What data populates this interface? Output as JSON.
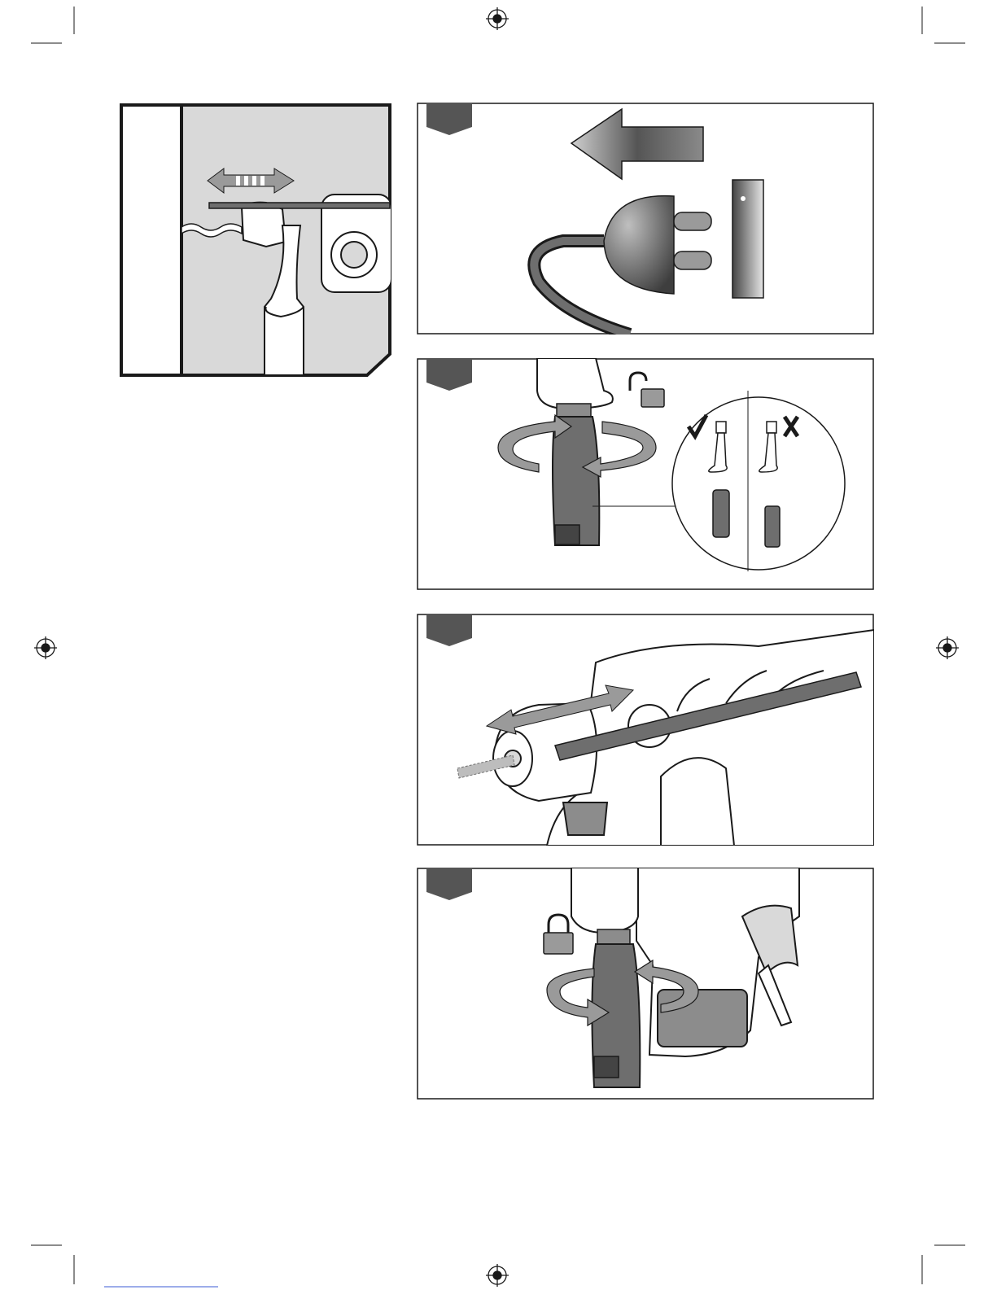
{
  "page": {
    "background": "#ffffff",
    "line_color": "#1a1a1a",
    "fill_dark": "#555555",
    "fill_mid": "#8c8c8c",
    "fill_light": "#d9d9d9"
  },
  "figures": [
    {
      "id": "depth-stop-overview",
      "icons": [
        "double-arrow-icon",
        "drill-illustration"
      ]
    },
    {
      "id": "step-1",
      "icons": [
        "unplug-arrow-icon",
        "plug-icon",
        "wall-socket-icon"
      ]
    },
    {
      "id": "step-2",
      "icons": [
        "unlock-icon",
        "rotate-arrow-icon",
        "check-icon",
        "cross-icon"
      ]
    },
    {
      "id": "step-3",
      "icons": [
        "double-arrow-icon",
        "drill-bit-icon",
        "depth-gauge-icon"
      ]
    },
    {
      "id": "step-4",
      "icons": [
        "lock-icon",
        "rotate-arrow-icon"
      ]
    }
  ]
}
